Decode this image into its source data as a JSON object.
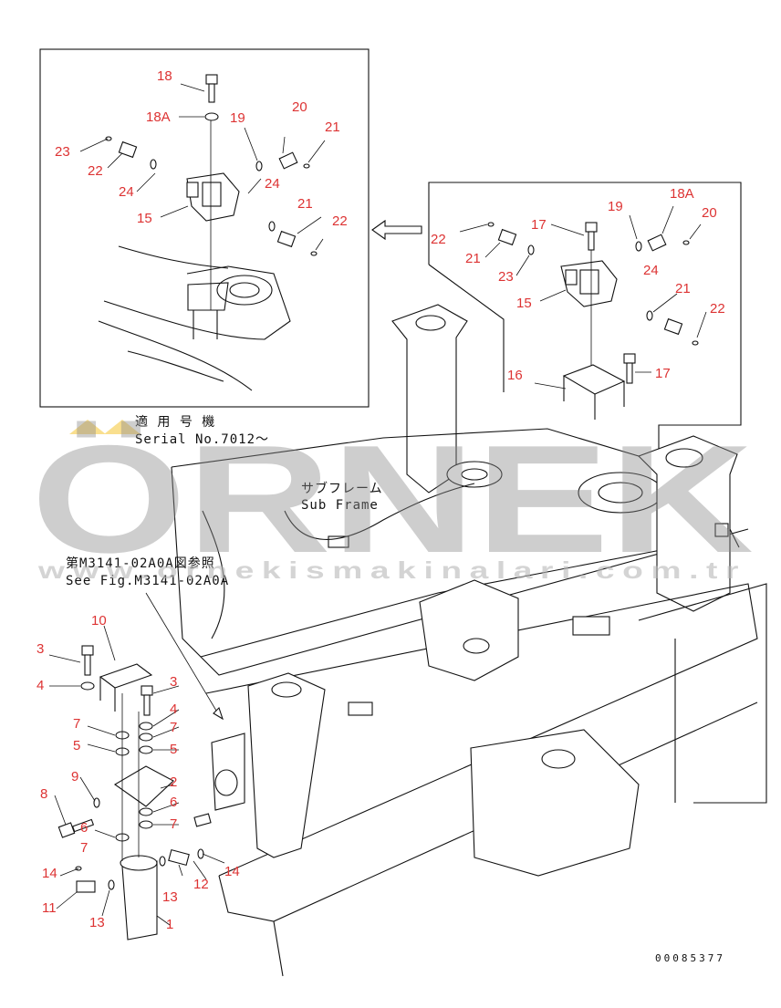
{
  "watermark": {
    "brand": "ÖRNEK",
    "url": "www.ornekismakinalari.com.tr",
    "accent": "#f2b705"
  },
  "annotations": {
    "serial_jp": "適 用 号 機",
    "serial_no": "Serial No.7012～",
    "subframe_jp": "サブフレーム",
    "subframe_en": "Sub Frame",
    "see_fig_jp": "第M3141-02A0A図参照",
    "see_fig_en": "See Fig.M3141-02A0A"
  },
  "drawing_number": "00085377",
  "callouts": [
    "1",
    "2",
    "3",
    "4",
    "5",
    "6",
    "7",
    "8",
    "9",
    "10",
    "11",
    "12",
    "13",
    "14",
    "15",
    "16",
    "17",
    "18",
    "18A",
    "19",
    "20",
    "21",
    "22",
    "23",
    "24"
  ],
  "colors": {
    "callout": "#d33",
    "line": "#111111"
  }
}
